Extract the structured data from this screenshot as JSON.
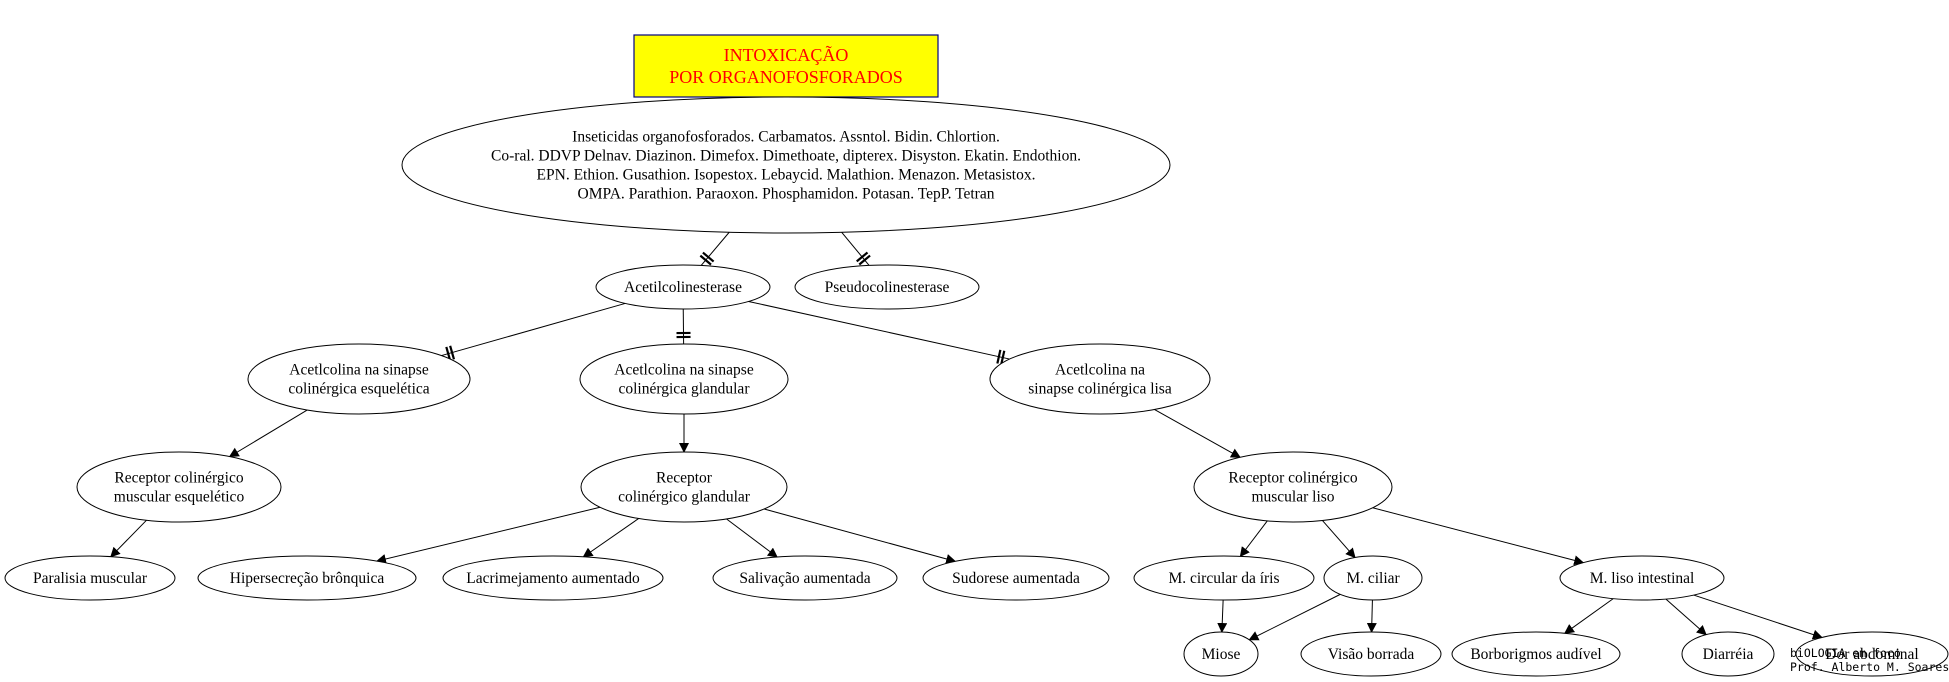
{
  "title": {
    "lines": [
      "INTOXICAÇÃO",
      "POR ORGANOFOSFORADOS"
    ],
    "fill_color": "#ffff00",
    "text_color": "#ff0000",
    "border_color": "#000080"
  },
  "nodes": {
    "agents": {
      "lines": [
        "Inseticidas organofosforados. Carbamatos. Assntol. Bidin. Chlortion.",
        "Co-ral. DDVP Delnav. Diazinon. Dimefox. Dimethoate, dipterex. Disyston. Ekatin. Endothion.",
        "EPN. Ethion. Gusathion. Isopestox. Lebaycid. Malathion. Menazon. Metasistox.",
        "OMPA. Parathion. Paraoxon. Phosphamidon. Potasan. TepP. Tetran"
      ]
    },
    "ache": {
      "lines": [
        "Acetilcolinesterase"
      ]
    },
    "pche": {
      "lines": [
        "Pseudocolinesterase"
      ]
    },
    "ach_skel": {
      "lines": [
        "Acetlcolina na sinapse",
        "colinérgica esquelética"
      ]
    },
    "ach_gland": {
      "lines": [
        "Acetlcolina na sinapse",
        "colinérgica glandular"
      ]
    },
    "ach_smooth": {
      "lines": [
        "Acetlcolina na",
        "sinapse colinérgica lisa"
      ]
    },
    "rec_skel": {
      "lines": [
        "Receptor colinérgico",
        "muscular esquelético"
      ]
    },
    "rec_gland": {
      "lines": [
        "Receptor",
        "colinérgico glandular"
      ]
    },
    "rec_smooth": {
      "lines": [
        "Receptor colinérgico",
        "muscular liso"
      ]
    },
    "paralisia": {
      "lines": [
        "Paralisia muscular"
      ]
    },
    "hipersecrecao": {
      "lines": [
        "Hipersecreção brônquica"
      ]
    },
    "lacrimejamento": {
      "lines": [
        "Lacrimejamento aumentado"
      ]
    },
    "salivacao": {
      "lines": [
        "Salivação aumentada"
      ]
    },
    "sudorese": {
      "lines": [
        "Sudorese aumentada"
      ]
    },
    "m_circular": {
      "lines": [
        "M. circular da íris"
      ]
    },
    "m_ciliar": {
      "lines": [
        "M. ciliar"
      ]
    },
    "m_liso_int": {
      "lines": [
        "M. liso intestinal"
      ]
    },
    "miose": {
      "lines": [
        "Miose"
      ]
    },
    "visao": {
      "lines": [
        "Visão borrada"
      ]
    },
    "borborigmos": {
      "lines": [
        "Borborigmos audível"
      ]
    },
    "diarreia": {
      "lines": [
        "Diarréia"
      ]
    },
    "dor": {
      "lines": [
        "Dor abdominal"
      ]
    }
  },
  "edges": [
    {
      "from": "title",
      "to": "agents",
      "head": "arrow"
    },
    {
      "from": "agents",
      "to": "ache",
      "head": "tee"
    },
    {
      "from": "agents",
      "to": "pche",
      "head": "tee"
    },
    {
      "from": "ache",
      "to": "ach_skel",
      "head": "tee"
    },
    {
      "from": "ache",
      "to": "ach_gland",
      "head": "tee"
    },
    {
      "from": "ache",
      "to": "ach_smooth",
      "head": "tee"
    },
    {
      "from": "ach_skel",
      "to": "rec_skel",
      "head": "arrow"
    },
    {
      "from": "ach_gland",
      "to": "rec_gland",
      "head": "arrow"
    },
    {
      "from": "ach_smooth",
      "to": "rec_smooth",
      "head": "arrow"
    },
    {
      "from": "rec_skel",
      "to": "paralisia",
      "head": "arrow"
    },
    {
      "from": "rec_gland",
      "to": "hipersecrecao",
      "head": "arrow"
    },
    {
      "from": "rec_gland",
      "to": "lacrimejamento",
      "head": "arrow"
    },
    {
      "from": "rec_gland",
      "to": "salivacao",
      "head": "arrow"
    },
    {
      "from": "rec_gland",
      "to": "sudorese",
      "head": "arrow"
    },
    {
      "from": "rec_smooth",
      "to": "m_circular",
      "head": "arrow"
    },
    {
      "from": "rec_smooth",
      "to": "m_ciliar",
      "head": "arrow"
    },
    {
      "from": "rec_smooth",
      "to": "m_liso_int",
      "head": "arrow"
    },
    {
      "from": "m_circular",
      "to": "miose",
      "head": "arrow"
    },
    {
      "from": "m_ciliar",
      "to": "miose",
      "head": "arrow"
    },
    {
      "from": "m_ciliar",
      "to": "visao",
      "head": "arrow"
    },
    {
      "from": "m_liso_int",
      "to": "borborigmos",
      "head": "arrow"
    },
    {
      "from": "m_liso_int",
      "to": "diarreia",
      "head": "arrow"
    },
    {
      "from": "m_liso_int",
      "to": "dor",
      "head": "arrow"
    }
  ],
  "credit": {
    "line1": "biOLOGIA em foco",
    "line2": "Prof. Alberto M. Soares"
  }
}
